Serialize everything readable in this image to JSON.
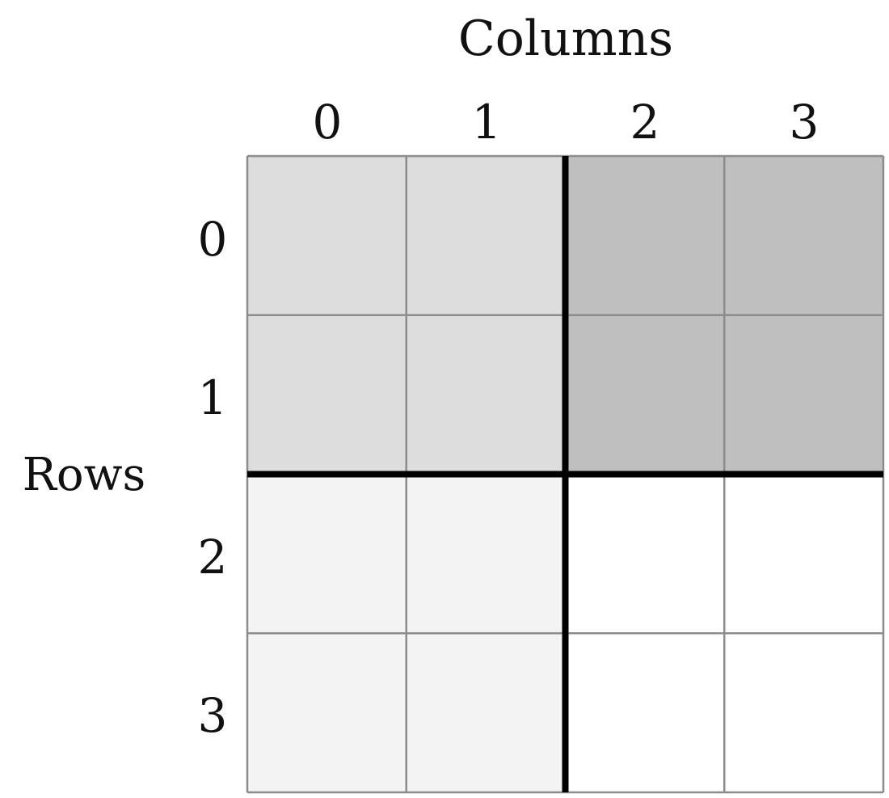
{
  "titles": {
    "columns": "Columns",
    "rows": "Rows"
  },
  "columns": [
    "0",
    "1",
    "2",
    "3"
  ],
  "rows": [
    "0",
    "1",
    "2",
    "3"
  ],
  "quadrants": [
    {
      "name": "rows-0-1-cols-0-1",
      "rows": [
        0,
        1
      ],
      "cols": [
        0,
        1
      ],
      "color": "#dddddd"
    },
    {
      "name": "rows-0-1-cols-2-3",
      "rows": [
        0,
        1
      ],
      "cols": [
        2,
        3
      ],
      "color": "#bfbfbf"
    },
    {
      "name": "rows-2-3-cols-0-1",
      "rows": [
        2,
        3
      ],
      "cols": [
        0,
        1
      ],
      "color": "#f3f3f3"
    },
    {
      "name": "rows-2-3-cols-2-3",
      "rows": [
        2,
        3
      ],
      "cols": [
        2,
        3
      ],
      "color": "#ffffff"
    }
  ],
  "colors": {
    "grid_line": "#8c8c8c",
    "divider_line": "#000000"
  }
}
